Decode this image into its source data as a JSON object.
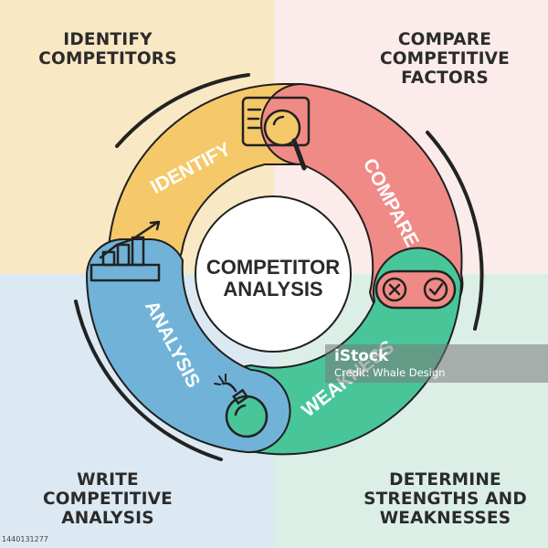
{
  "corners": {
    "top_left": "IDENTIFY\nCOMPETITORS",
    "top_right": "COMPARE\nCOMPETITIVE\nFACTORS",
    "bottom_left": "WRITE\nCOMPETITIVE\nANALYSIS",
    "bottom_right": "DETERMINE\nSTRENGTHS AND\nWEAKNESSES"
  },
  "center": {
    "line1": "COMPETITOR",
    "line2": "ANALYSIS"
  },
  "segments": [
    {
      "label": "IDENTIFY",
      "color": "#f5c86a",
      "icon": "search-icon"
    },
    {
      "label": "COMPARE",
      "color": "#ef8a86",
      "icon": "check-cross-toggle-icon"
    },
    {
      "label": "WEAKNESS",
      "color": "#49c59a",
      "icon": "bomb-icon"
    },
    {
      "label": "ANALYSIS",
      "color": "#71b3d8",
      "icon": "growth-chart-icon"
    }
  ],
  "watermark": {
    "logo": "iStock",
    "credit": "Credit: Whale Design"
  },
  "stock_id": "1440131277",
  "colors": {
    "outline": "#1f1f1f",
    "ring": "#222222",
    "label_text": "#ffffff"
  }
}
